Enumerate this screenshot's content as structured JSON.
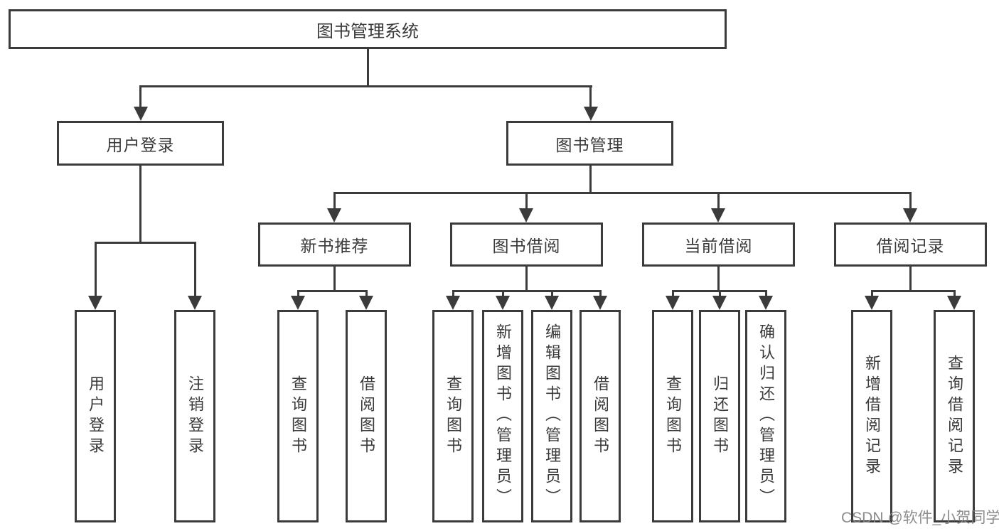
{
  "diagram": {
    "title": "图书管理系统",
    "nodes": {
      "user_login": "用户登录",
      "book_mgmt": "图书管理",
      "new_books": "新书推荐",
      "book_borrow": "图书借阅",
      "current_borrow": "当前借阅",
      "borrow_records": "借阅记录"
    },
    "leaves": {
      "user_login": [
        "用户登录",
        "注销登录"
      ],
      "new_books": [
        "查询图书",
        "借阅图书"
      ],
      "book_borrow": [
        "查询图书",
        "新增图书（管理员）",
        "编辑图书（管理员）",
        "借阅图书"
      ],
      "current_borrow": [
        "查询图书",
        "归还图书",
        "确认归还（管理员）"
      ],
      "borrow_records": [
        "新增借阅记录",
        "查询借阅记录"
      ]
    },
    "colors": {
      "line": "#3b3b3b",
      "text": "#3a3a3a",
      "watermark": "#828282"
    }
  },
  "watermark": {
    "text": "CSDN @软件_小贺同学"
  }
}
